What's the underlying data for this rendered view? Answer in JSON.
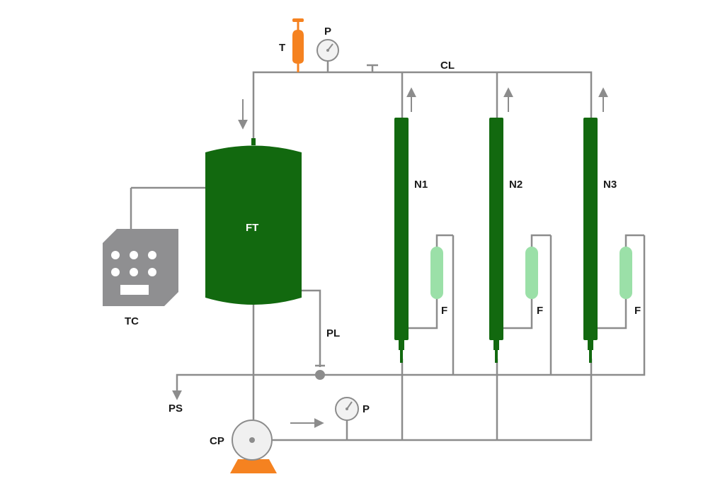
{
  "labels": {
    "cl": "CL",
    "t": "T",
    "p_top": "P",
    "ft": "FT",
    "tc": "TC",
    "pl": "PL",
    "ps": "PS",
    "cp": "CP",
    "p_bottom": "P",
    "columns": [
      "N1",
      "N2",
      "N3"
    ],
    "flowmeters": [
      "F",
      "F",
      "F"
    ]
  },
  "colors": {
    "pipe": "#8c8c8c",
    "tank": "#12690f",
    "column": "#12690f",
    "flowmeter": "#9be0a8",
    "thermometer": "#f58220",
    "pump_base": "#f58220",
    "controller": "#8f8f91"
  },
  "icons": {
    "thermometer": "thermometer-icon",
    "pressure_gauge": "pressure-gauge-icon",
    "pump": "circulation-pump-icon",
    "controller": "temperature-controller-icon"
  }
}
